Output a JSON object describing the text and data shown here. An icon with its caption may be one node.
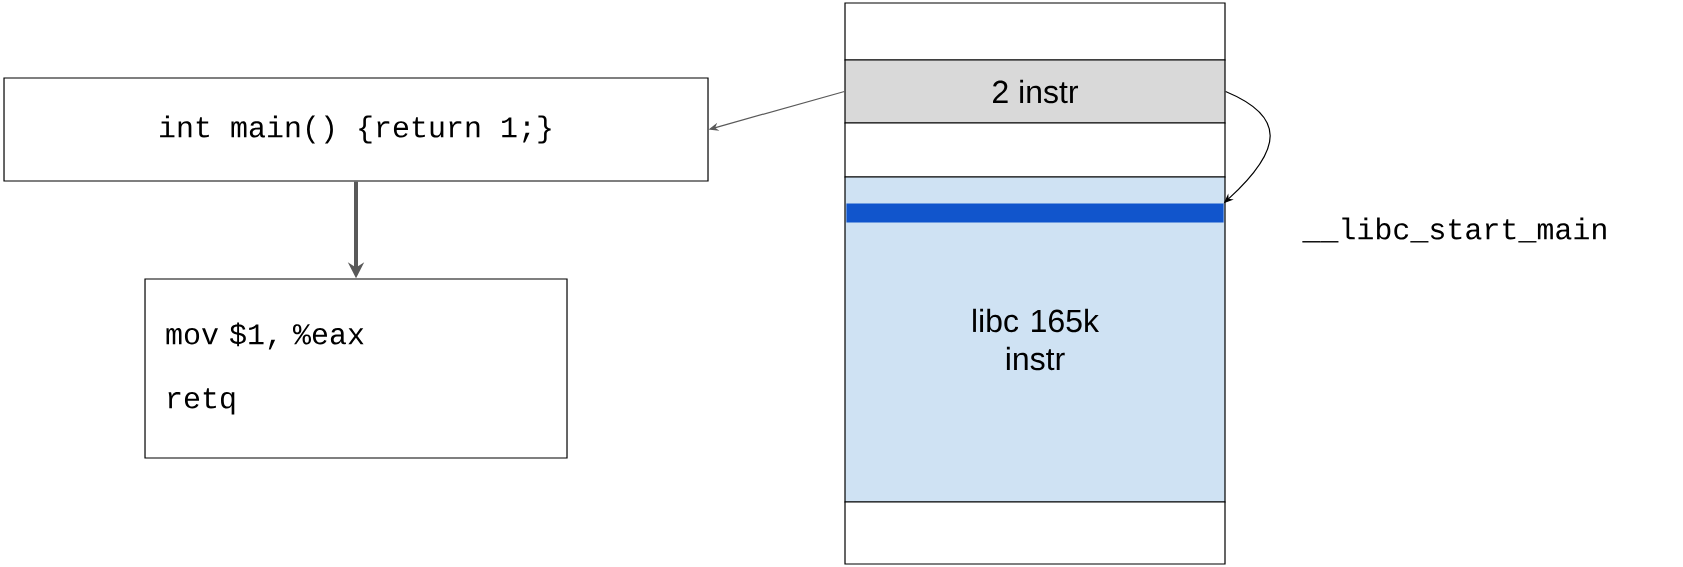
{
  "diagram": {
    "nodes": [
      {
        "text": [
          "int main() {return 1;}"
        ]
      },
      {
        "text": [
          "mov $1, %eax",
          "retq"
        ]
      },
      {
        "text": [],
        "shape": "box"
      },
      {
        "text": [
          "2 instr"
        ]
      },
      {
        "text": [],
        "shape": "box"
      },
      {
        "text": [
          "libc 165k instr"
        ]
      },
      {
        "text": [],
        "shape": "bar",
        "in": 5,
        "beside": [
          "__libc_start_main"
        ]
      },
      {
        "text": [],
        "shape": "box"
      }
    ],
    "edges": [
      {
        "from": 0,
        "to": 1,
        "arrow": "to",
        "style": "thick",
        "color": "#595959"
      },
      {
        "from": 3,
        "to": 0,
        "arrow": "to"
      },
      {
        "from": 3,
        "to": 6,
        "arrow": "to",
        "color": "#000000"
      }
    ]
  }
}
